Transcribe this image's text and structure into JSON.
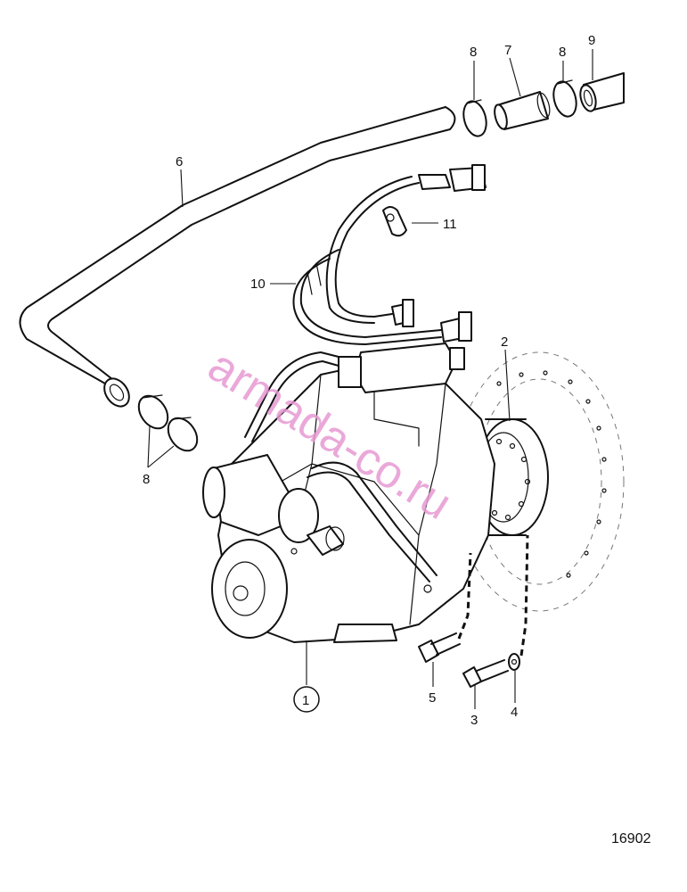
{
  "callouts": {
    "c1": "1",
    "c2": "2",
    "c3": "3",
    "c4": "4",
    "c5": "5",
    "c6": "6",
    "c7": "7",
    "c8a": "8",
    "c8b": "8",
    "c8c": "8",
    "c9": "9",
    "c10": "10",
    "c11": "11"
  },
  "watermark": "armada-co.ru",
  "drawing_number": "16902",
  "colors": {
    "ink": "#111111",
    "watermark": "#e79ad3",
    "background": "#ffffff"
  }
}
